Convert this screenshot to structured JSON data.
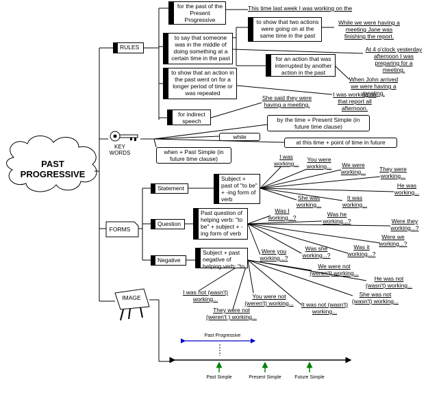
{
  "root": {
    "line1": "PAST",
    "line2": "PROGRESSIVE"
  },
  "rules": {
    "label": "RULES",
    "items": [
      {
        "text": "for the past of the Present Progressive"
      },
      {
        "text": "to show that two actions were going on at the same time in the past"
      },
      {
        "text": "to say that someone was in the middle of doing something at a certain time in  the past"
      },
      {
        "text": "for an action that was interrupted by another action in the past"
      },
      {
        "text": "to show that an action in the past went on for a longer period of time or was repeated"
      },
      {
        "text": "for indirect speech"
      }
    ],
    "examples": [
      "This time last week I was working on the",
      "While we were having a meeting Jane was finishing the report.",
      "At 4 o'clock yesterday afternoon I was preparing for a meeting.",
      "When John arrived we were having a meeting.",
      "I was working on that report all afternoon.",
      "She said they were having a meeting."
    ]
  },
  "keywords": {
    "label1": "KEY",
    "label2": "WORDS",
    "items": [
      "by the time + Present Simple (in future time clause)",
      "while",
      "at this time + point of time in future",
      "when + Past Simple (in future time clause)"
    ]
  },
  "forms": {
    "label": "FORMS",
    "statement": {
      "label": "Statement",
      "rule": "Subject + past of \"to be\" + -ing form of verb",
      "examples": [
        "I was working...",
        "You were working...",
        "We were working...",
        "They were working...",
        "He was working...",
        "She was working...",
        "It was working..."
      ]
    },
    "question": {
      "label": "Question",
      "rule": "Past question of helping verb: \"to be\" + subject + -ing form of verb",
      "examples": [
        "Was I working...?",
        "Was he working...?",
        "Were they working...?",
        "Were we working...?",
        "Was it working...?",
        "Was she working...?",
        "Were you working...?"
      ]
    },
    "negative": {
      "label": "Negative",
      "rule": "Subject + past negative of helping verb: \"to",
      "examples": [
        "We were not (weren't) working...",
        "He was not (wasn't) working...",
        "She was not (wasn't) working...",
        "It was not (wasn't) working...",
        "You were not (weren't) working...",
        "They were not (weren't ) working...",
        "I was not (wasn't) working..."
      ]
    }
  },
  "image": {
    "label": "IMAGE",
    "timeline": {
      "top_label": "Past Progressive",
      "ticks": [
        "Past Simple",
        "Present Simple",
        "Future Simple"
      ]
    }
  },
  "colors": {
    "arrow_blue": "#0000cc",
    "arrow_green": "#008000",
    "line": "#000000"
  }
}
